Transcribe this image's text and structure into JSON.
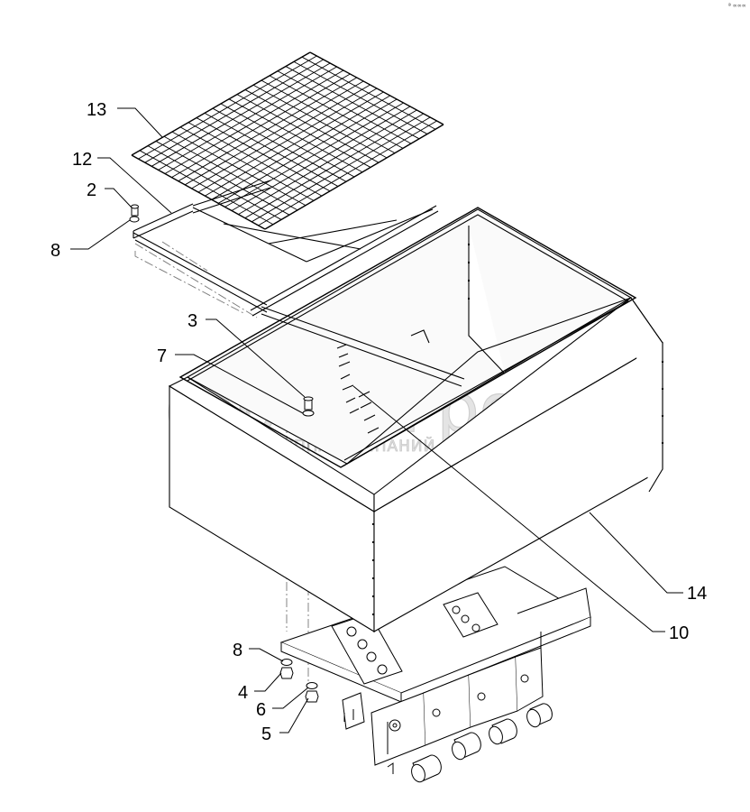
{
  "corner_mark": "ª ∞∞∞",
  "watermark": {
    "brand": "белагро",
    "tagline": "ГРУППА КОМПАНИЙ"
  },
  "callouts": [
    {
      "id": "c13",
      "label": "13"
    },
    {
      "id": "c12",
      "label": "12"
    },
    {
      "id": "c2",
      "label": "2"
    },
    {
      "id": "c8a",
      "label": "8"
    },
    {
      "id": "c3",
      "label": "3"
    },
    {
      "id": "c7",
      "label": "7"
    },
    {
      "id": "c14",
      "label": "14"
    },
    {
      "id": "c10",
      "label": "10"
    },
    {
      "id": "c8b",
      "label": "8"
    },
    {
      "id": "c4",
      "label": "4"
    },
    {
      "id": "c6",
      "label": "6"
    },
    {
      "id": "c5",
      "label": "5"
    }
  ]
}
